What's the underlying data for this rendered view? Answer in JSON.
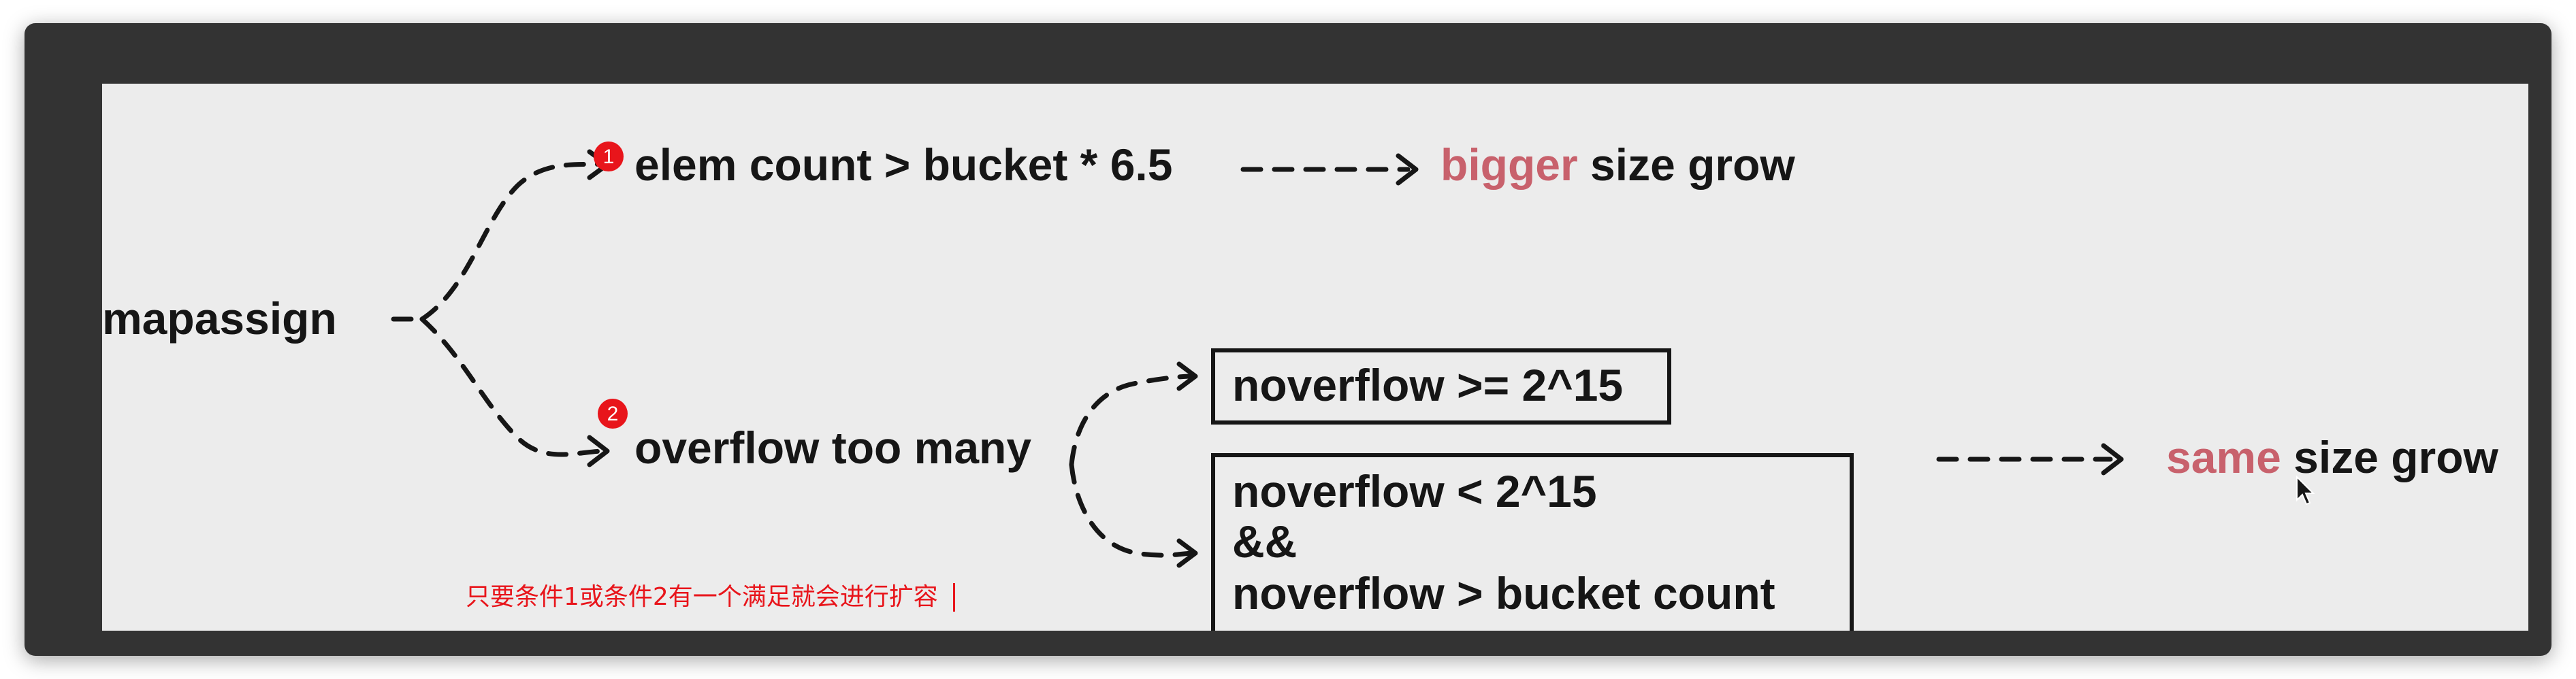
{
  "diagram": {
    "root": "mapassign",
    "branch1": {
      "badge": "1",
      "condition": "elem count > bucket * 6.5",
      "result_highlight": "bigger",
      "result_rest": "size grow"
    },
    "branch2": {
      "badge": "2",
      "condition": "overflow too many",
      "box1": "noverflow >= 2^15",
      "box2_line1": "noverflow < 2^15",
      "box2_line2": "&&",
      "box2_line3": "noverflow > bucket count",
      "result_highlight": "same",
      "result_rest": "size grow"
    },
    "note": "只要条件1或条件2有一个满足就会进行扩容"
  },
  "colors": {
    "accent": "#c8616c",
    "badge": "#e8151b",
    "text": "#161616",
    "background": "#ececec",
    "frame": "#333333"
  }
}
